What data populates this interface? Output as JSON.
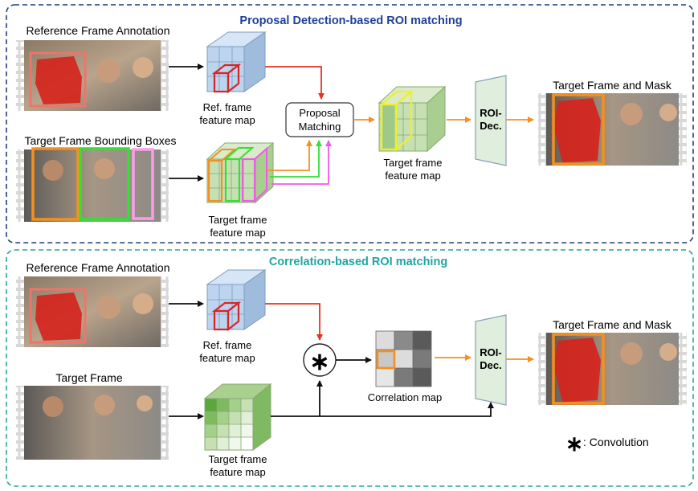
{
  "top_panel": {
    "title": "Proposal Detection-based ROI matching",
    "ref_annotation_label": "Reference Frame Annotation",
    "target_boxes_label": "Target Frame Bounding Boxes",
    "ref_feature_line1": "Ref. frame",
    "ref_feature_line2": "feature map",
    "target_feature_line1": "Target frame",
    "target_feature_line2": "feature map",
    "proposal_line1": "Proposal",
    "proposal_line2": "Matching",
    "matched_feature_line1": "Target frame",
    "matched_feature_line2": "feature map",
    "decoder_line1": "ROI-",
    "decoder_line2": "Dec.",
    "output_label": "Target Frame and Mask"
  },
  "bottom_panel": {
    "title": "Correlation-based ROI matching",
    "ref_annotation_label": "Reference Frame Annotation",
    "target_label": "Target Frame",
    "ref_feature_line1": "Ref. frame",
    "ref_feature_line2": "feature map",
    "target_feature_line1": "Target frame",
    "target_feature_line2": "feature map",
    "conv_symbol": "∗",
    "correlation_label": "Correlation map",
    "decoder_line1": "ROI-",
    "decoder_line2": "Dec.",
    "output_label": "Target Frame and Mask",
    "legend_text": ": Convolution"
  },
  "colors": {
    "top_border": "#1f3f7a",
    "bottom_border": "#2aa39a",
    "top_title": "#1f3f9a",
    "bottom_title": "#1fa5a0",
    "ref_cube": "#bcd4ee",
    "target_cube": "#c6e0b4",
    "decoder": "#dfeedd",
    "orange": "#f5901e",
    "red": "#e8321e",
    "green": "#33e133",
    "magenta": "#f05ae8",
    "yellow": "#f2ee27"
  }
}
